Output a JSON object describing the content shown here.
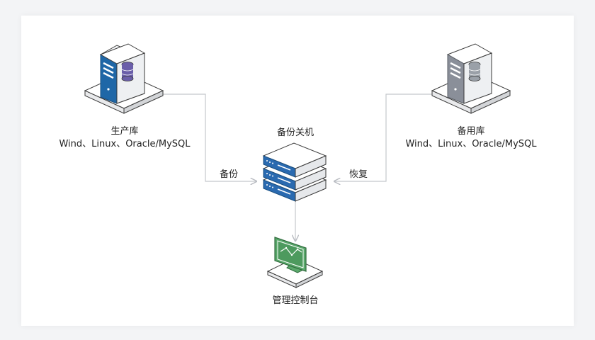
{
  "production_db": {
    "title": "生产库",
    "subtitle": "Wind、Linux、Oracle/MySQL"
  },
  "backup_db": {
    "title": "备用库",
    "subtitle": "Wind、Linux、Oracle/MySQL"
  },
  "backup_appliance": {
    "title": "备份关机"
  },
  "console": {
    "title": "管理控制台"
  },
  "edges": {
    "backup_label": "备份",
    "restore_label": "恢复"
  },
  "colors": {
    "production_accent": "#1f67a7",
    "backup_accent": "#8a8f99",
    "appliance_accent": "#2a6ab0",
    "console_accent": "#5aa86b",
    "connector": "#c4c7cc"
  }
}
